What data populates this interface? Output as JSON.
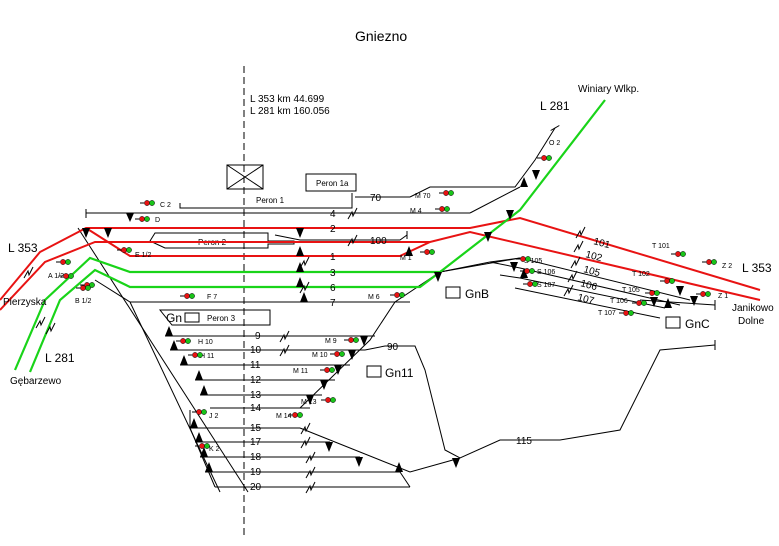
{
  "title": "Gniezno",
  "km": {
    "l353": "L 353 km   44.699",
    "l281": "L 281 km 160.056"
  },
  "platforms": {
    "p1": "Peron 1",
    "p1a": "Peron 1a",
    "p2": "Peron 2",
    "p3": "Peron 3"
  },
  "stations": {
    "gn": "Gn",
    "gnb": "GnB",
    "gnc": "GnC",
    "gn11": "Gn11"
  },
  "tracks": {
    "t70": "70",
    "t4": "4",
    "t2": "2",
    "t100": "100",
    "t1": "1",
    "t3": "3",
    "t6": "6",
    "t7": "7",
    "t9": "9",
    "t10": "10",
    "t11": "11",
    "t12": "12",
    "t13": "13",
    "t14": "14",
    "t15": "15",
    "t17": "17",
    "t18": "18",
    "t19": "19",
    "t20": "20",
    "t90": "90",
    "t115": "115",
    "t101": "101",
    "t102": "102",
    "t105": "105",
    "t106": "106",
    "t107": "107"
  },
  "signals": {
    "c2": "C 2",
    "d": "D",
    "e12": "E 1/2",
    "a12": "A 1/2",
    "b12": "B 1/2",
    "f7": "F 7",
    "h10": "H 10",
    "h11": "H 11",
    "j2": "J 2",
    "k2": "K 2",
    "m70": "M 70",
    "m4": "M 4",
    "m1": "M 1",
    "m6": "M 6",
    "m9": "M 9",
    "m10": "M 10",
    "m11": "M 11",
    "m13": "M 13",
    "m14": "M 14",
    "o2": "O 2",
    "t101": "T 101",
    "t102": "T 102",
    "t105": "T 105",
    "t106": "T 106",
    "t107": "T 107",
    "s105": "S 105",
    "s106": "S 106",
    "s107": "S 107",
    "z2": "Z 2",
    "z1": "Z 1"
  },
  "lines": {
    "l353_left": "L 353",
    "l353_right": "L 353",
    "l281_top": "L 281",
    "l281_bottom": "L 281"
  },
  "directions": {
    "winiary": "Winiary Wlkp.",
    "pierzyska": "Pierzyska",
    "gebarzewo": "Gębarzewo",
    "janikowo_1": "Janikowo",
    "janikowo_2": "Dolne"
  }
}
